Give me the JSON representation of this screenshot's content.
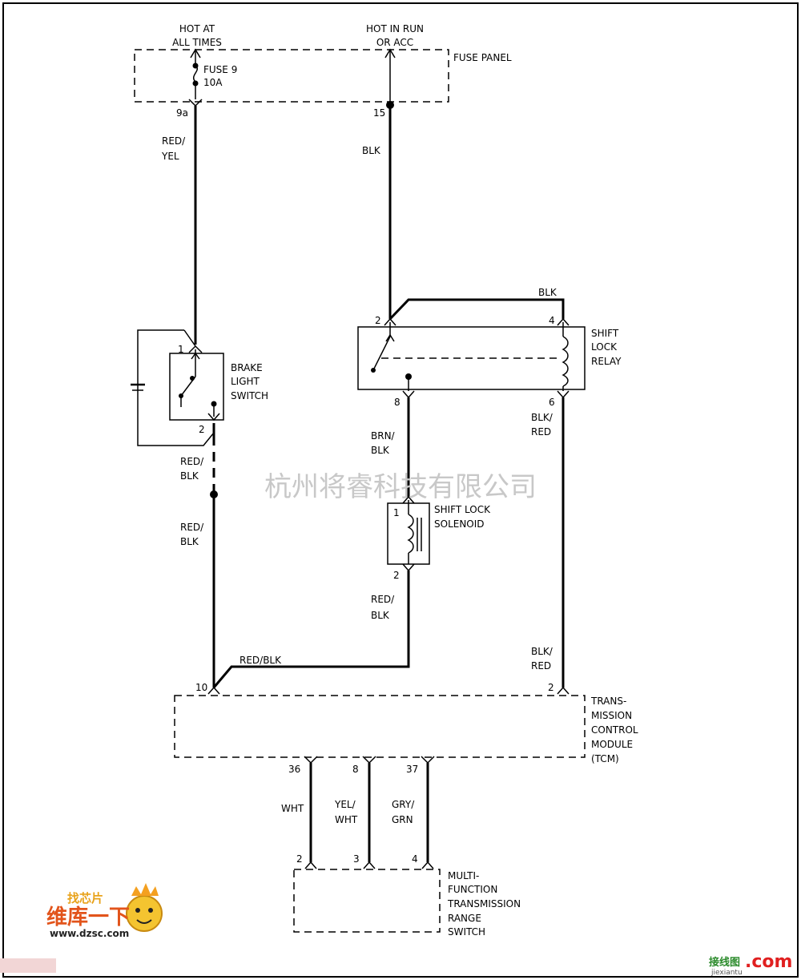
{
  "fuse_panel": {
    "label": "FUSE PANEL",
    "feed_hot_at_all_times": [
      "HOT AT",
      "ALL TIMES"
    ],
    "feed_hot_in_run": [
      "HOT IN RUN",
      "OR ACC"
    ],
    "fuse_name": "FUSE 9",
    "fuse_rating": "10A",
    "pin_left": "9a",
    "pin_right": "15"
  },
  "wires": {
    "w_red_yel": [
      "RED/",
      "YEL"
    ],
    "w_blk_top": "BLK",
    "w_blk_relay": "BLK",
    "w_red_blk_1": [
      "RED/",
      "BLK"
    ],
    "w_red_blk_2": [
      "RED/",
      "BLK"
    ],
    "w_brn_blk": [
      "BRN/",
      "BLK"
    ],
    "w_blk_red_1": [
      "BLK/",
      "RED"
    ],
    "w_red_blk_3": [
      "RED/",
      "BLK"
    ],
    "w_red_blk_bottom": "RED/BLK",
    "w_blk_red_2": [
      "BLK/",
      "RED"
    ],
    "w_wht": "WHT",
    "w_yel_wht": [
      "YEL/",
      "WHT"
    ],
    "w_gry_grn": [
      "GRY/",
      "GRN"
    ]
  },
  "brake_light_switch": {
    "label": [
      "BRAKE",
      "LIGHT",
      "SWITCH"
    ],
    "pin_in": "1",
    "pin_out": "2"
  },
  "shift_lock_relay": {
    "label": [
      "SHIFT",
      "LOCK",
      "RELAY"
    ],
    "pin_2": "2",
    "pin_4": "4",
    "pin_8": "8",
    "pin_6": "6"
  },
  "shift_lock_solenoid": {
    "label": [
      "SHIFT LOCK",
      "SOLENOID"
    ],
    "pin_1": "1",
    "pin_2": "2"
  },
  "tcm": {
    "label": [
      "TRANS-",
      "MISSION",
      "CONTROL",
      "MODULE",
      "(TCM)"
    ],
    "pin_10": "10",
    "pin_2": "2",
    "pin_36": "36",
    "pin_8": "8",
    "pin_37": "37"
  },
  "range_switch": {
    "label": [
      "MULTI-",
      "FUNCTION",
      "TRANSMISSION",
      "RANGE",
      "SWITCH"
    ],
    "pin_2": "2",
    "pin_3": "3",
    "pin_4": "4"
  },
  "watermarks": {
    "center_cn": "杭州将睿科技有限公司",
    "logo_top": "找芯片",
    "logo_cn": "维库一下",
    "logo_url": "www.dzsc.com",
    "corner_cn": "接线图",
    "corner_com": ".com",
    "corner_url": "jiexiantu"
  }
}
